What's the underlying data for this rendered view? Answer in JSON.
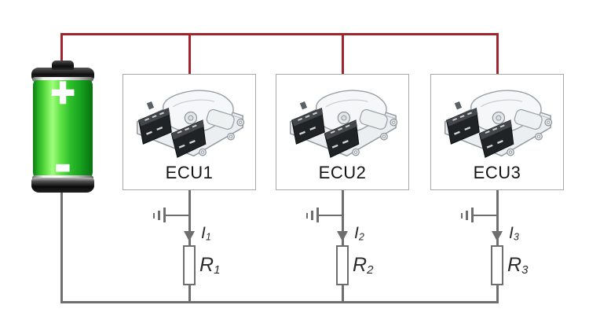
{
  "diagram": {
    "battery": {
      "positive_label": "+",
      "negative_label": "-"
    },
    "branches": [
      {
        "ecu_label": "ECU1",
        "current_symbol": "I",
        "current_sub": "1",
        "resistor_symbol": "R",
        "resistor_sub": "1"
      },
      {
        "ecu_label": "ECU2",
        "current_symbol": "I",
        "current_sub": "2",
        "resistor_symbol": "R",
        "resistor_sub": "2"
      },
      {
        "ecu_label": "ECU3",
        "current_symbol": "I",
        "current_sub": "3",
        "resistor_symbol": "R",
        "resistor_sub": "3"
      }
    ],
    "colors": {
      "supply_wire_red": "#a0252e",
      "return_wire_gray": "#6e6e6e",
      "battery_green": "#3fd23f",
      "box_border_gray": "#a8a8a8"
    }
  }
}
